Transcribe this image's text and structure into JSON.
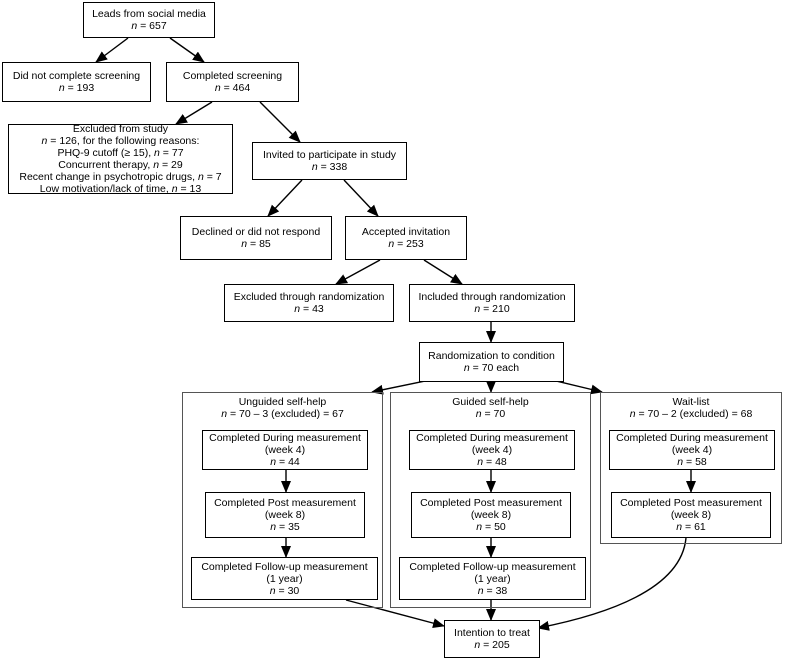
{
  "leads": {
    "title": "Leads from social media",
    "n": "657"
  },
  "not_completed": {
    "title": "Did not complete screening",
    "n": "193"
  },
  "completed": {
    "title": "Completed screening",
    "n": "464"
  },
  "excluded_study": {
    "title": "Excluded from study",
    "line2_pre": "n",
    "line2": " = 126, for the following reasons:",
    "reasons": [
      {
        "label": "PHQ-9 cutoff (≥ 15), ",
        "n": "77"
      },
      {
        "label": "Concurrent therapy, ",
        "n": "29"
      },
      {
        "label": "Recent change in psychotropic drugs, ",
        "n": "7"
      },
      {
        "label": "Low motivation/lack of time, ",
        "n": "13"
      }
    ]
  },
  "invited": {
    "title": "Invited to participate in study",
    "n": "338"
  },
  "declined": {
    "title": "Declined or did not respond",
    "n": "85"
  },
  "accepted": {
    "title": "Accepted invitation",
    "n": "253"
  },
  "excl_rand": {
    "title": "Excluded through randomization",
    "n": "43"
  },
  "incl_rand": {
    "title": "Included through randomization",
    "n": "210"
  },
  "randomization": {
    "title": "Randomization to condition",
    "n_text": "n",
    "rest": " = 70 each"
  },
  "groups": [
    {
      "title": "Unguided self-help",
      "n": " = 70 – 3 (excluded) = 67",
      "during": {
        "title": "Completed During measurement",
        "sub": "(week 4)",
        "n": "44"
      },
      "post": {
        "title": "Completed Post measurement",
        "sub": "(week 8)",
        "n": "35"
      },
      "follow": {
        "title": "Completed Follow-up measurement",
        "sub": "(1 year)",
        "n": "30"
      }
    },
    {
      "title": "Guided self-help",
      "n": " = 70",
      "during": {
        "title": "Completed During measurement",
        "sub": "(week 4)",
        "n": "48"
      },
      "post": {
        "title": "Completed Post measurement",
        "sub": "(week 8)",
        "n": "50"
      },
      "follow": {
        "title": "Completed Follow-up measurement",
        "sub": "(1 year)",
        "n": "38"
      }
    },
    {
      "title": "Wait-list",
      "n": " = 70 – 2 (excluded) = 68",
      "during": {
        "title": "Completed During measurement",
        "sub": "(week 4)",
        "n": "58"
      },
      "post": {
        "title": "Completed Post measurement",
        "sub": "(week 8)",
        "n": "61"
      }
    }
  ],
  "itt": {
    "title": "Intention to treat",
    "n": "205"
  },
  "n_symbol": "n",
  "eq": " = "
}
